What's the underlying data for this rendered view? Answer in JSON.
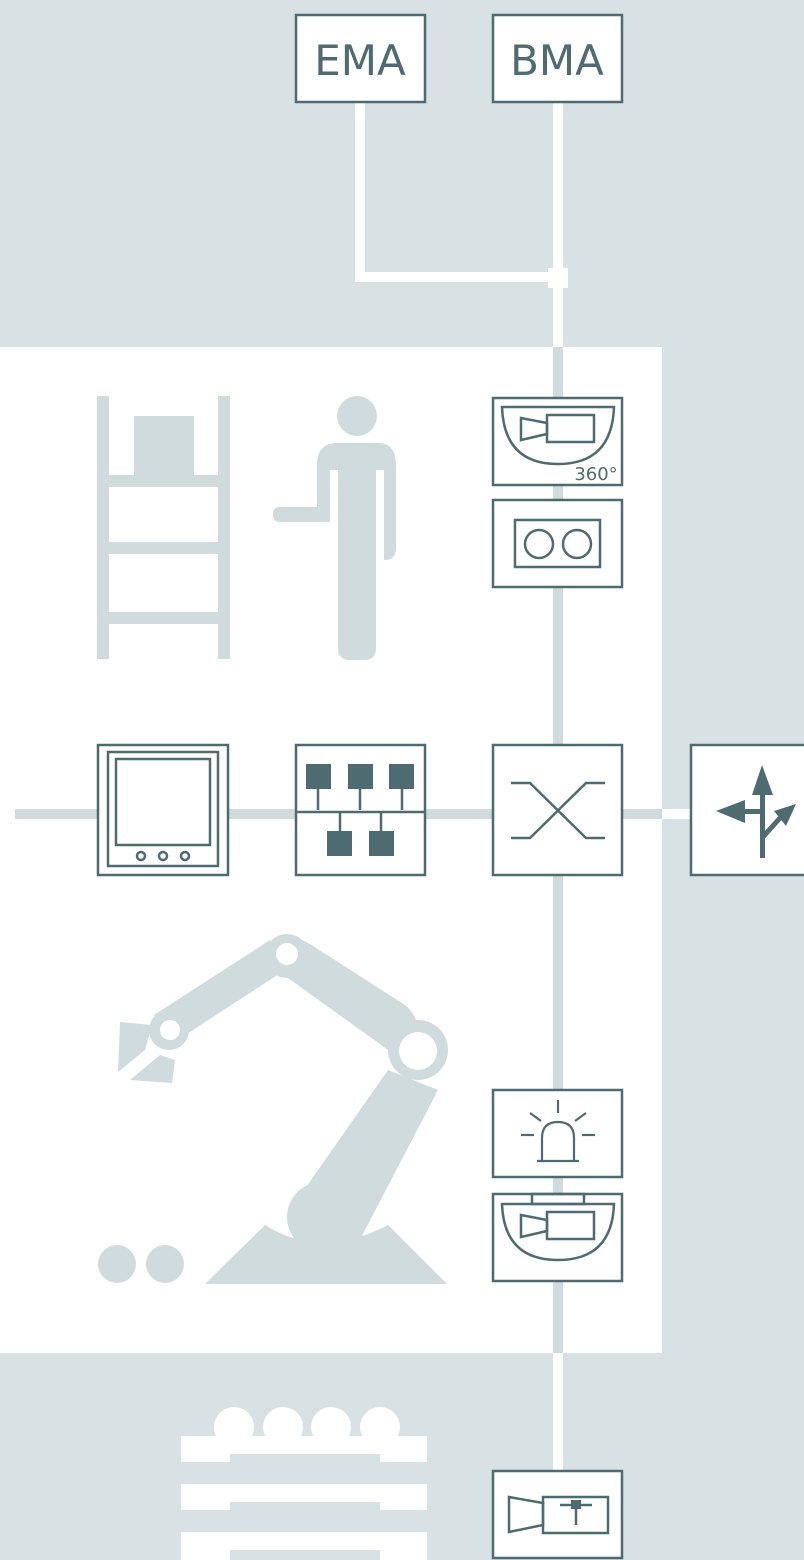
{
  "colors": {
    "background": "#d8e2e4",
    "panel": "#ffffff",
    "line_light": "#d0dbdd",
    "icon_dark": "#4f6b72",
    "silhouette": "#d0dbdd"
  },
  "labels": {
    "ema": "EMA",
    "bma": "BMA",
    "camera_360": "360°"
  },
  "nodes": [
    {
      "name": "ema-box",
      "text_key": "ema"
    },
    {
      "name": "bma-box",
      "text_key": "bma"
    },
    {
      "name": "dome-camera-360-box",
      "icon": "dome-camera-icon"
    },
    {
      "name": "video-recorder-box",
      "icon": "tape-recorder-icon"
    },
    {
      "name": "control-panel-box",
      "icon": "panel-display-icon"
    },
    {
      "name": "network-hierarchy-box",
      "icon": "hierarchy-icon"
    },
    {
      "name": "switch-box",
      "icon": "crossover-switch-icon"
    },
    {
      "name": "route-box",
      "icon": "branching-arrows-icon"
    },
    {
      "name": "alarm-light-box",
      "icon": "siren-icon"
    },
    {
      "name": "dome-camera-box",
      "icon": "dome-camera-icon"
    },
    {
      "name": "bullet-camera-box",
      "icon": "bullet-camera-icon"
    }
  ]
}
